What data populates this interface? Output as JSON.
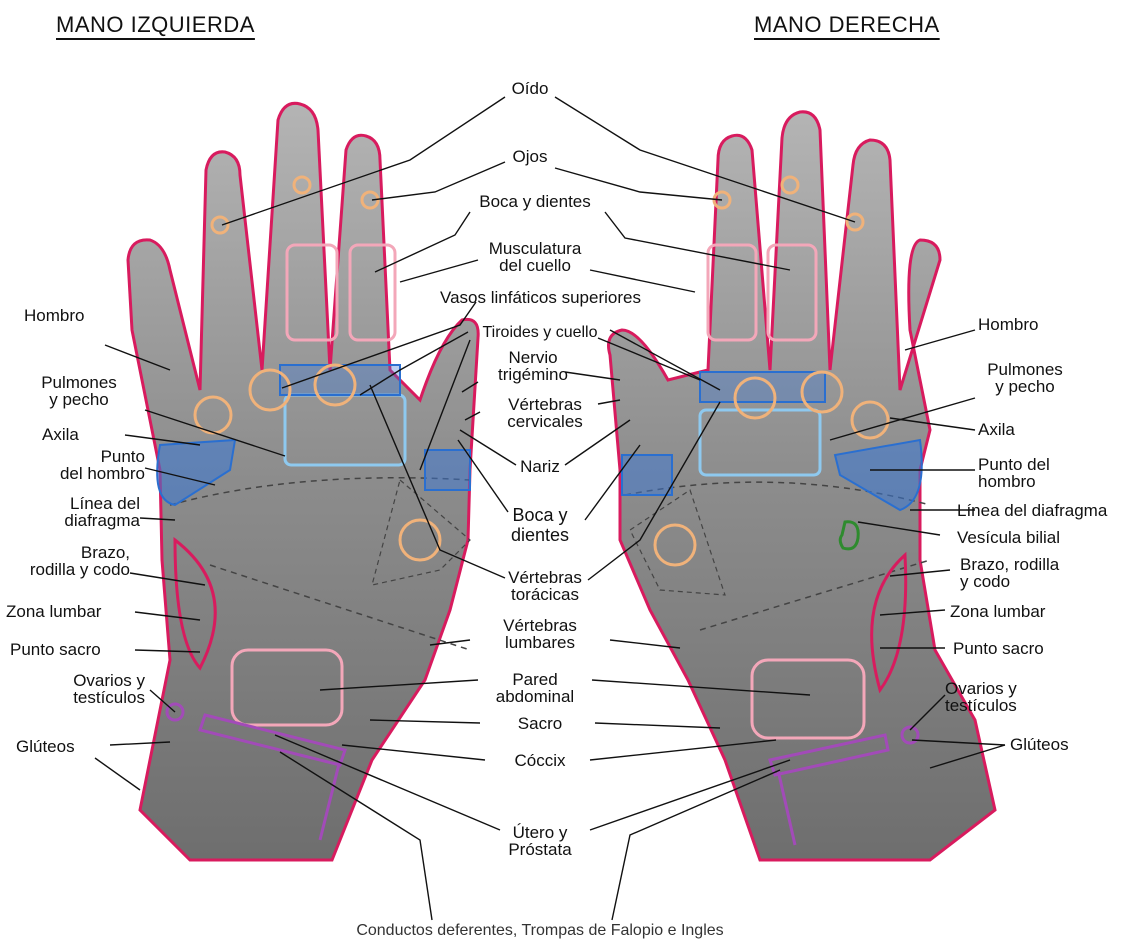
{
  "headers": {
    "left": "MANO IZQUIERDA",
    "right": "MANO DERECHA"
  },
  "center_labels": {
    "oido": "Oído",
    "ojos": "Ojos",
    "boca_dientes_top": "Boca y dientes",
    "musculatura": "Musculatura\ndel cuello",
    "vasos": "Vasos linfáticos superiores",
    "tiroides": "Tiroides y cuello",
    "nervio": "Nervio\ntrigémino",
    "vertebras_cervicales": "Vértebras\ncervicales",
    "nariz": "Nariz",
    "boca_dientes_mid": "Boca y\ndientes",
    "vertebras_toracicas": "Vértebras\ntorácicas",
    "vertebras_lumbares": "Vértebras\nlumbares",
    "pared": "Pared\nabdominal",
    "sacro": "Sacro",
    "coccix": "Cóccix",
    "utero": "Útero y\nPróstata",
    "conductos": "Conductos deferentes, Trompas de Falopio e Ingles"
  },
  "left_labels": {
    "hombro": "Hombro",
    "pulmones": "Pulmones\ny pecho",
    "axila": "Axila",
    "punto_hombro": "Punto\ndel hombro",
    "linea_diafragma": "Línea del\ndiafragma",
    "brazo": "Brazo,\nrodilla y codo",
    "zona_lumbar": "Zona lumbar",
    "punto_sacro": "Punto sacro",
    "ovarios": "Ovarios y\ntestículos",
    "gluteos": "Glúteos"
  },
  "right_labels": {
    "hombro": "Hombro",
    "pulmones": "Pulmones\ny pecho",
    "axila": "Axila",
    "punto_hombro": "Punto del\nhombro",
    "linea_diafragma": "Línea del diafragma",
    "vesicula": "Vesícula bilial",
    "brazo": "Brazo, rodilla\ny codo",
    "zona_lumbar": "Zona lumbar",
    "punto_sacro": "Punto sacro",
    "ovarios": "Ovarios y\ntestículos",
    "gluteos": "Glúteos"
  },
  "colors": {
    "hand_fill": "#8a8a8a",
    "hand_outline": "#d81b5e",
    "zone_pink": "#f3a7b9",
    "zone_orange": "#f0b27a",
    "zone_blue": "#2a6fd0",
    "zone_lightblue": "#8ec9ef",
    "zone_purple": "#a24bb8",
    "zone_green": "#2e8b2e",
    "leader": "#111111"
  }
}
